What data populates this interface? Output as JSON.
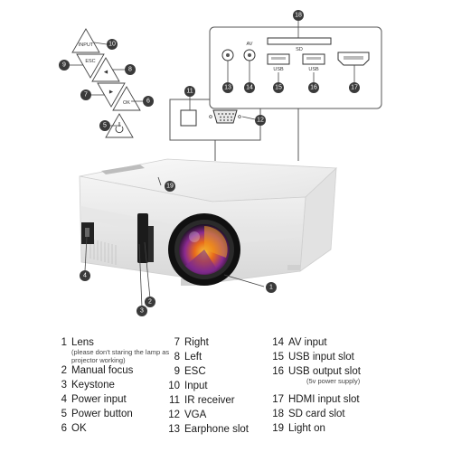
{
  "callouts": {
    "c1": "1",
    "c2": "2",
    "c3": "3",
    "c4": "4",
    "c5": "5",
    "c6": "6",
    "c7": "7",
    "c8": "8",
    "c9": "9",
    "c10": "10",
    "c11": "11",
    "c12": "12",
    "c13": "13",
    "c14": "14",
    "c15": "15",
    "c16": "16",
    "c17": "17",
    "c18": "18",
    "c19": "19"
  },
  "panel_labels": {
    "input": "INPUT",
    "esc": "ESC",
    "ok": "OK",
    "sd": "SD",
    "av": "AV",
    "usb1": "USB",
    "usb2": "USB"
  },
  "legend": {
    "col1": [
      {
        "num": "1",
        "label": "Lens",
        "note": "(please don't staring the lamp as projector working)"
      },
      {
        "num": "2",
        "label": "Manual focus"
      },
      {
        "num": "3",
        "label": "Keystone"
      },
      {
        "num": "4",
        "label": "Power input"
      },
      {
        "num": "5",
        "label": "Power button"
      },
      {
        "num": "6",
        "label": "OK"
      }
    ],
    "col2": [
      {
        "num": "7",
        "label": "Right"
      },
      {
        "num": "8",
        "label": "Left"
      },
      {
        "num": "9",
        "label": "ESC"
      },
      {
        "num": "10",
        "label": "Input"
      },
      {
        "num": "11",
        "label": "IR receiver"
      },
      {
        "num": "12",
        "label": "VGA"
      },
      {
        "num": "13",
        "label": "Earphone slot"
      }
    ],
    "col3": [
      {
        "num": "14",
        "label": "AV input"
      },
      {
        "num": "15",
        "label": "USB input slot"
      },
      {
        "num": "16",
        "label": "USB output slot",
        "note": "(5v power supply)"
      },
      {
        "num": "17",
        "label": "HDMI input slot"
      },
      {
        "num": "18",
        "label": "SD card slot"
      },
      {
        "num": "19",
        "label": "Light on"
      }
    ]
  },
  "colors": {
    "callout": "#3a3a3a",
    "body": "#f1f1f1",
    "lens_purple": "#7a2a8a",
    "lens_orange": "#f0a020"
  }
}
